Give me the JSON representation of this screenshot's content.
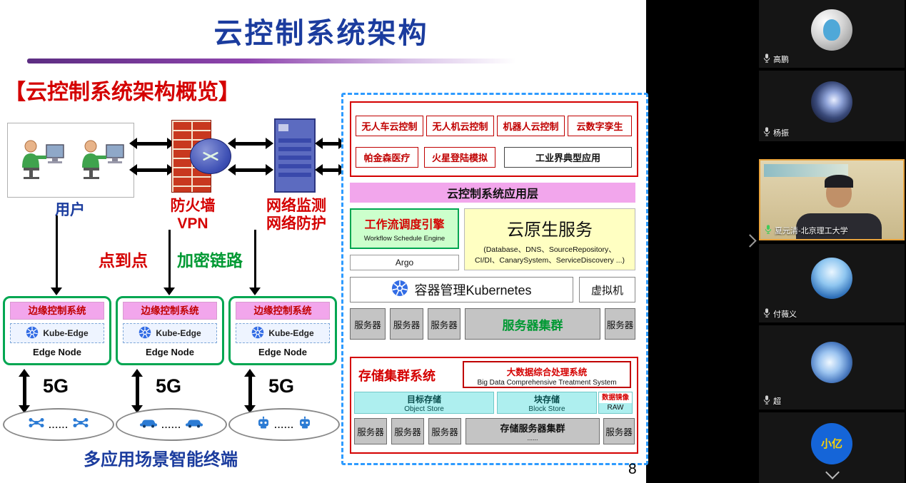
{
  "slide": {
    "title": "云控制系统架构",
    "overview_heading": "【云控制系统架构概览】",
    "page_number": "8",
    "network": {
      "users_label": "用户",
      "firewall_line1": "防火墙",
      "firewall_line2": "VPN",
      "monitor_line1": "网络监测",
      "monitor_line2": "网络防护",
      "p2p_label": "点到点",
      "encrypted_label": "加密链路"
    },
    "edge": {
      "header": "边缘控制系统",
      "kube": "Kube-Edge",
      "node": "Edge Node",
      "g5": "5G",
      "dots": "......",
      "terminals_label": "多应用场景智能终端"
    },
    "cloud": {
      "apps_row1": [
        "无人车云控制",
        "无人机云控制",
        "机器人云控制",
        "云数字孪生"
      ],
      "apps_row2": [
        "帕金森医疗",
        "火星登陆模拟",
        "工业界典型应用"
      ],
      "app_layer": "云控制系统应用层",
      "workflow_title": "工作流调度引擎",
      "workflow_sub": "Workflow Schedule Engine",
      "argo": "Argo",
      "cloud_native_title": "云原生服务",
      "cloud_native_sub": "(Database、DNS、SourceRepository、CI/DI、CanarySystem、ServiceDiscovery ...)",
      "k8s_label": "容器管理Kubernetes",
      "vm_label": "虚拟机",
      "server_label": "服务器",
      "cluster_label": "服务器集群"
    },
    "storage": {
      "title": "存储集群系统",
      "bigdata_line1": "大数据综合处理系统",
      "bigdata_line2": "Big Data Comprehensive Treatment System",
      "object_line1": "目标存储",
      "object_line2": "Object Store",
      "block_line1": "块存储",
      "block_line2": "Block Store",
      "mirror_label": "数据镜像",
      "raw_label": "RAW",
      "server_label": "服务器",
      "cluster_label": "存储服务器集群",
      "cluster_dots": "......"
    }
  },
  "sidebar": {
    "participants": [
      {
        "name": "高鹏",
        "kind": "avatar",
        "mic_active": false
      },
      {
        "name": "杨振",
        "kind": "avatar",
        "mic_active": false
      },
      {
        "name": "夏元清-北京理工大学",
        "kind": "video",
        "mic_active": true
      },
      {
        "name": "付薇义",
        "kind": "avatar",
        "mic_active": false
      },
      {
        "name": "超",
        "kind": "avatar",
        "mic_active": false
      },
      {
        "name": "小亿",
        "kind": "avatar-text",
        "mic_active": false
      }
    ]
  },
  "colors": {
    "title_blue": "#1B3C9E",
    "accent_red": "#D40000",
    "pink_bar": "#F2A6EC",
    "green_border": "#00A651",
    "green_bg": "#CCFFCC",
    "yellow_bg": "#FFFFC2",
    "cyan_bg": "#AEEFEF",
    "server_gray": "#C4C4C4",
    "dashed_blue": "#2E9BFF",
    "cluster_green": "#009933",
    "active_speaker_border": "#E8A33D",
    "kubernetes_blue": "#326CE5"
  }
}
